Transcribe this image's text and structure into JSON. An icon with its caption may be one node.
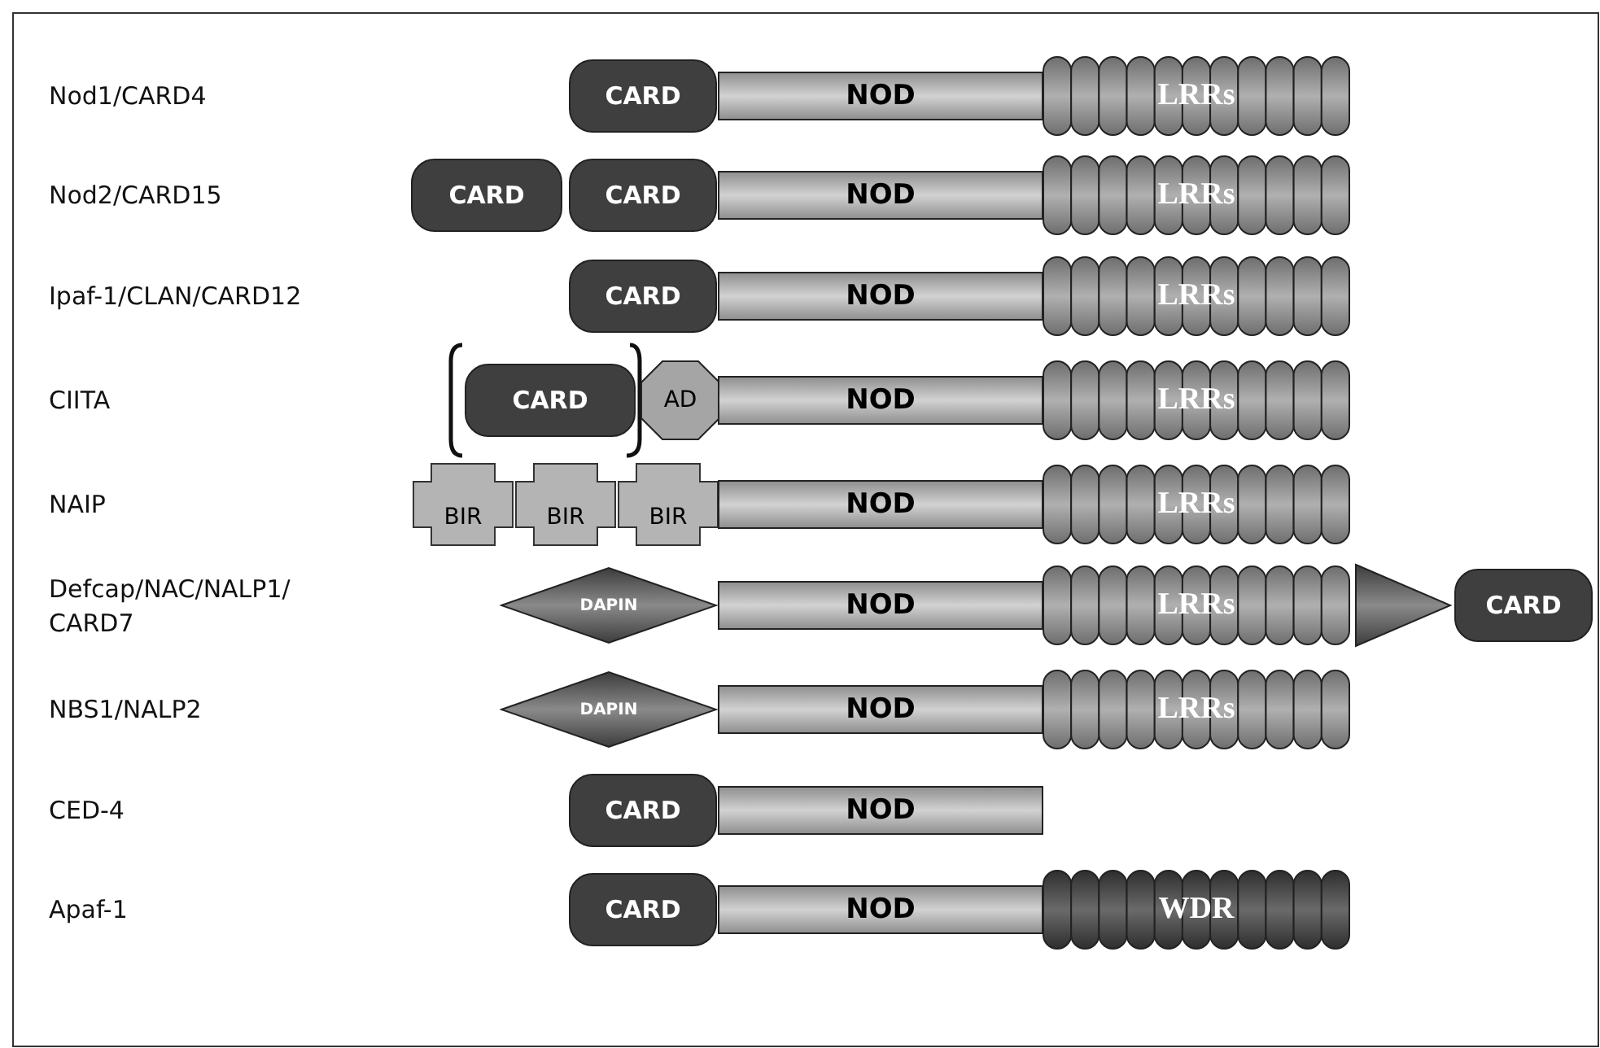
{
  "diagram": {
    "nodes": [
      {
        "text": [
          "CARD"
        ]
      },
      {
        "text": [
          "NOD"
        ]
      },
      {
        "text": [
          "LRRs"
        ]
      },
      {
        "text": [
          "CARD"
        ]
      },
      {
        "text": [
          "CARD"
        ]
      },
      {
        "text": [
          "NOD"
        ]
      },
      {
        "text": [
          "LRRs"
        ]
      },
      {
        "text": [
          "CARD"
        ]
      },
      {
        "text": [
          "NOD"
        ]
      },
      {
        "text": [
          "LRRs"
        ]
      },
      {
        "text": [
          "CARD"
        ]
      },
      {
        "text": [
          "AD"
        ]
      },
      {
        "text": [
          "NOD"
        ]
      },
      {
        "text": [
          "LRRs"
        ]
      },
      {
        "text": [
          "BIR"
        ]
      },
      {
        "text": [
          "BIR"
        ]
      },
      {
        "text": [
          "BIR"
        ]
      },
      {
        "text": [
          "NOD"
        ]
      },
      {
        "text": [
          "LRRs"
        ]
      },
      {
        "text": [
          "DAPIN"
        ]
      },
      {
        "text": [
          "NOD"
        ]
      },
      {
        "text": [
          "LRRs"
        ]
      },
      {
        "text": [],
        "shape": "triangle"
      },
      {
        "text": [
          "CARD"
        ]
      },
      {
        "text": [
          "DAPIN"
        ]
      },
      {
        "text": [
          "NOD"
        ]
      },
      {
        "text": [
          "LRRs"
        ]
      },
      {
        "text": [
          "CARD"
        ]
      },
      {
        "text": [
          "NOD"
        ]
      },
      {
        "text": [
          "CARD"
        ]
      },
      {
        "text": [
          "NOD"
        ]
      },
      {
        "text": [
          "WDR"
        ]
      }
    ],
    "labels": [
      "Nod1/CARD4",
      "Nod2/CARD15",
      "Ipaf-1/CLAN/CARD12",
      "CIITA",
      "NAIP",
      "Defcap/NAC/NALP1/ CARD7",
      "NBS1/NALP2",
      "CED-4",
      "Apaf-1"
    ]
  }
}
